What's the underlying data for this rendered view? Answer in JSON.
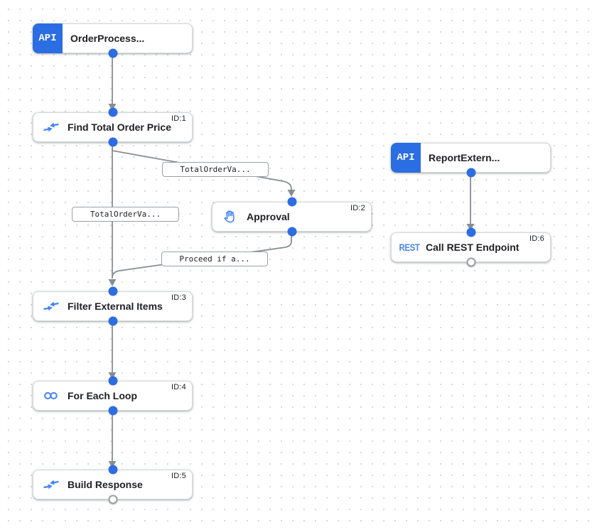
{
  "canvas": {
    "background": "#ffffff",
    "dot_color": "#d7d7d7"
  },
  "colors": {
    "trigger_badge_blue": "#2b6de2",
    "port_blue": "#2e6ce2",
    "icon_blue": "#4285f4",
    "edge_gray": "#878d93",
    "node_border": "#d5d8dc"
  },
  "nodes": [
    {
      "title": "OrderProcess...",
      "badge": "API",
      "kind": "api-trigger"
    },
    {
      "title": "Find Total Order Price",
      "id_label": "ID:1",
      "kind": "data-mapping-task"
    },
    {
      "title": "Approval",
      "id_label": "ID:2",
      "kind": "approval-task"
    },
    {
      "title": "Filter External Items",
      "id_label": "ID:3",
      "kind": "data-mapping-task"
    },
    {
      "title": "For Each Loop",
      "id_label": "ID:4",
      "kind": "for-each-loop-task"
    },
    {
      "title": "Build Response",
      "id_label": "ID:5",
      "kind": "data-mapping-task"
    },
    {
      "title": "ReportExtern...",
      "badge": "API",
      "kind": "api-trigger"
    },
    {
      "title": "Call REST Endpoint",
      "id_label": "ID:6",
      "badge": "REST",
      "kind": "rest-task"
    }
  ],
  "edge_labels": [
    {
      "label": "TotalOrderVa..."
    },
    {
      "label": "TotalOrderVa..."
    },
    {
      "label": "Proceed if a..."
    }
  ]
}
